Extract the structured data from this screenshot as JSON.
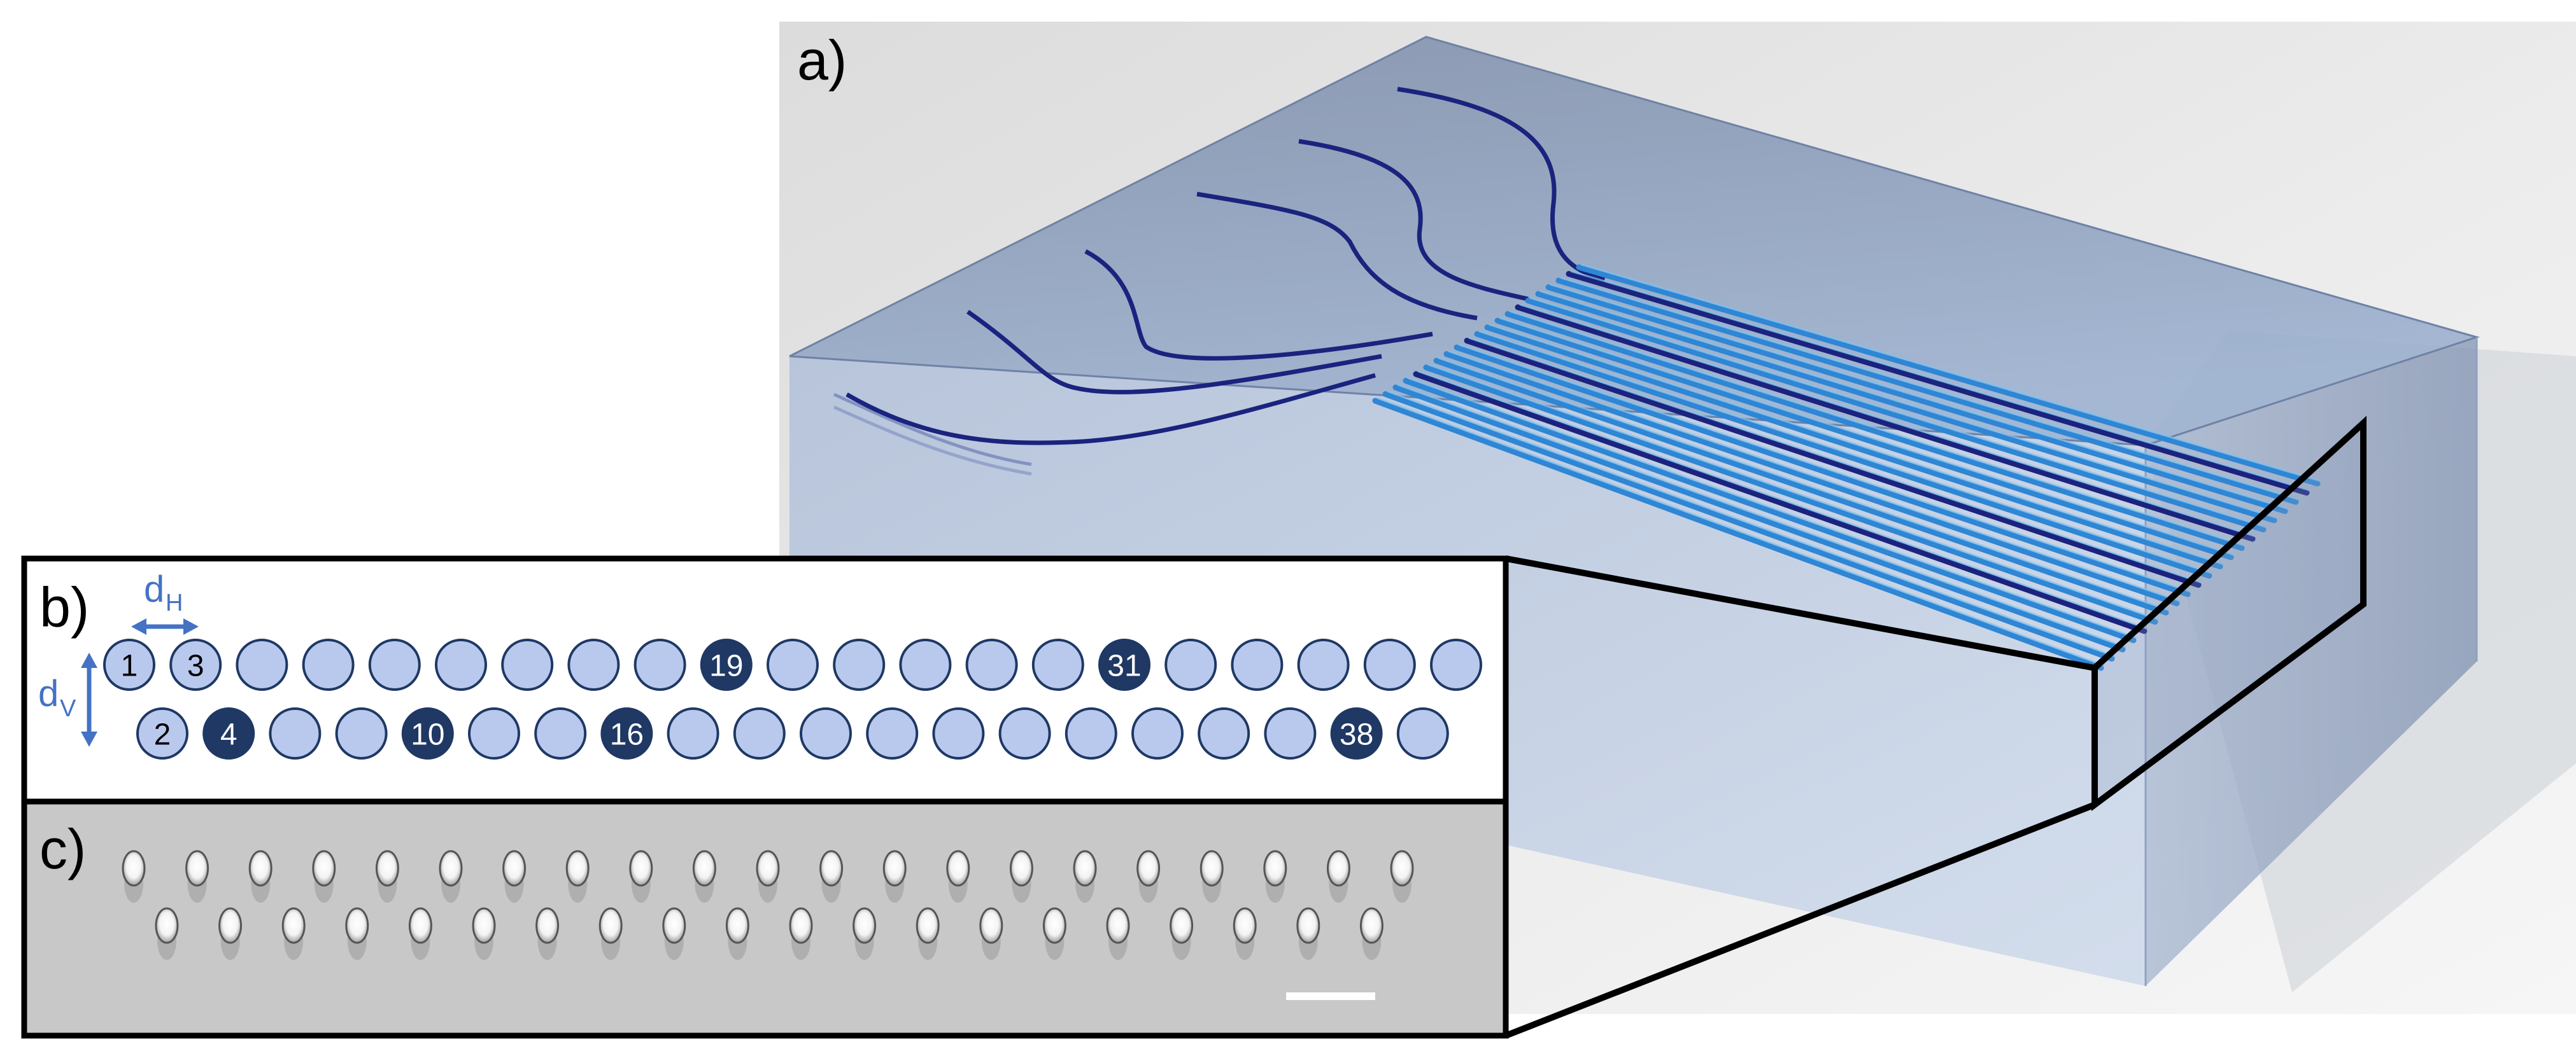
{
  "panels": {
    "a": {
      "label": "a)"
    },
    "b": {
      "label": "b)",
      "dh_label": "d",
      "dh_sub": "H",
      "dv_label": "d",
      "dv_sub": "V",
      "top_row_count": 21,
      "bottom_row_count": 20,
      "top_row_labels": [
        "1",
        "3",
        "",
        "",
        "",
        "",
        "",
        "",
        "",
        "19",
        "",
        "",
        "",
        "",
        "",
        "31",
        "",
        "",
        "",
        "",
        ""
      ],
      "bottom_row_labels": [
        "2",
        "4",
        "",
        "",
        "10",
        "",
        "",
        "16",
        "",
        "",
        "",
        "",
        "",
        "",
        "",
        "",
        "",
        "",
        "38",
        ""
      ],
      "highlighted": [
        "4",
        "10",
        "16",
        "19",
        "31",
        "38"
      ]
    },
    "c": {
      "label": "c)",
      "top_spots": 21,
      "bottom_spots": 20
    }
  },
  "colors": {
    "waveguide_light": "#b9c9ee",
    "waveguide_dark": "#1f3864",
    "outline": "#1f3864",
    "dimension_arrow": "#4472c4",
    "fanout_wire": "#1a237e",
    "parallel_wire": "#2e86d4",
    "glass": "#8aa0bf",
    "micrograph_bg": "#c8c8c8"
  }
}
